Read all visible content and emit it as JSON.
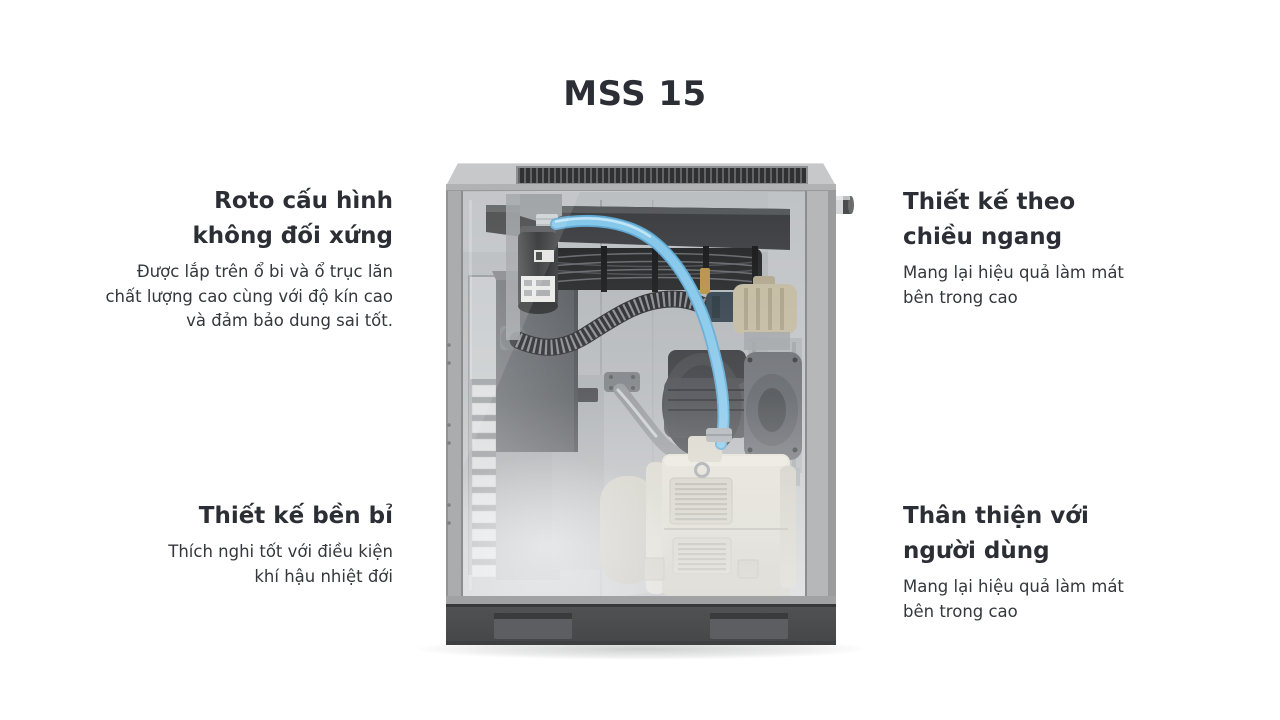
{
  "title": "MSS 15",
  "features": {
    "rotor": {
      "heading": "Roto cấu hình\nkhông đối xứng",
      "description": "Được lắp trên ổ bi và ổ trục lăn\nchất lượng cao cùng với độ kín cao\nvà đảm bảo dung sai tốt."
    },
    "durable": {
      "heading": "Thiết kế bền bỉ",
      "description": "Thích nghi tốt với điều kiện\nkhí hậu nhiệt đới"
    },
    "horizontal": {
      "heading": "Thiết kế theo\nchiều ngang",
      "description": "Mang lại hiệu quả làm mát\nbên trong cao"
    },
    "user_friendly": {
      "heading": "Thân thiện với\nngười dùng",
      "description": "Mang lại hiệu quả làm mát\nbên trong cao"
    }
  },
  "image": {
    "alt": "Cutaway view of MSS 15 rotary screw air compressor cabinet showing internal components"
  },
  "colors": {
    "heading": "#2b2e34",
    "body": "#34373c",
    "accent": "#82c6ea",
    "machine_gray": "#c2c4c6",
    "machine_base": "#4a4b4e",
    "motor_cream": "#dcd8cb",
    "background": "#ffffff"
  }
}
